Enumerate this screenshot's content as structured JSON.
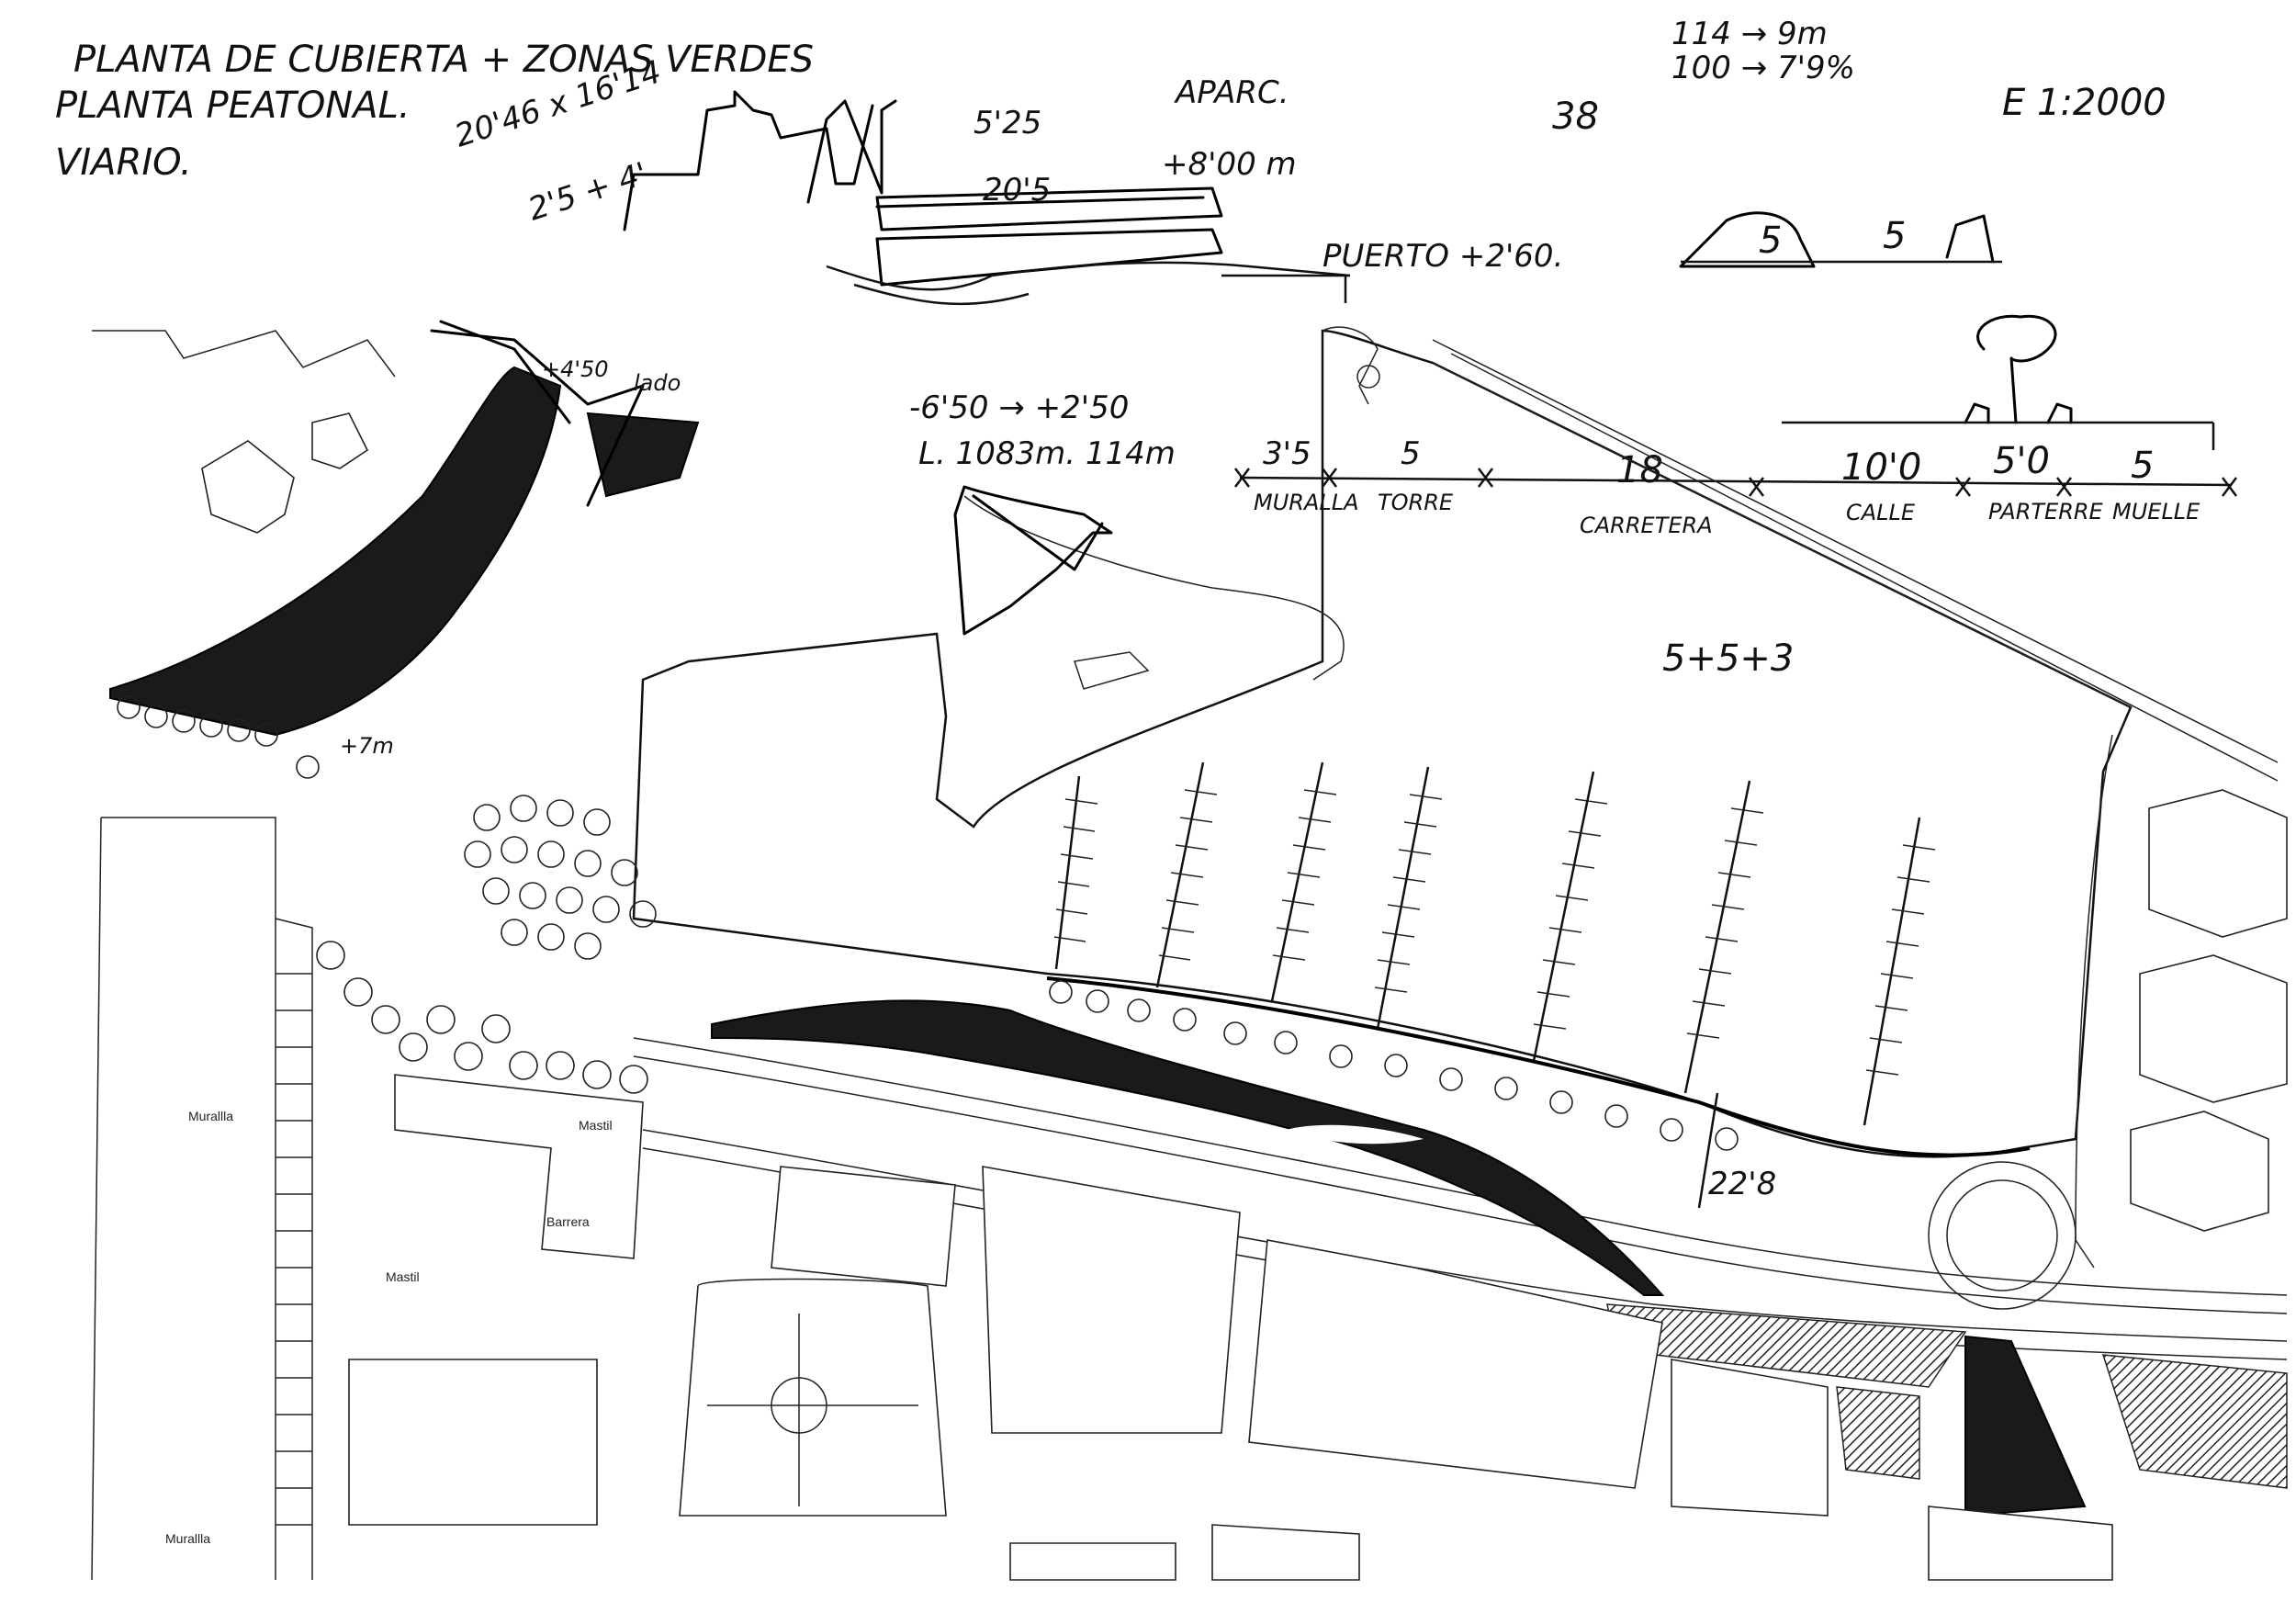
{
  "notes": {
    "title_lines": [
      "PLANTA DE CUBIERTA + ZONAS VERDES",
      "PLANTA PEATONAL.",
      "VIARIO."
    ],
    "dimension_note": "20'46 x 16'14",
    "scale": "E 1:2000",
    "ratio_line_1": "114 → 9m",
    "ratio_line_2": "100 → 7'9%",
    "number_38": "38",
    "aparc": "APARC.",
    "section_dim_525": "5'25",
    "section_dim_205": "20'5",
    "section_level_800": "+8'00 m",
    "puerto_level": "PUERTO +2'60.",
    "level_245": "2'5 + 4'",
    "dim_5_left": "5",
    "dim_5_right": "5",
    "pin_note_1": "-6'50 → +2'50",
    "pin_note_2": "L. 1083m. 114m",
    "lane_mix": "5+5+3",
    "dim_228": "22'8",
    "left_level": "+4'50",
    "left_note": "+7m",
    "lado_note": "lado",
    "road_labels": [
      "Murallla",
      "Mastil",
      "Barrera",
      "Mastil",
      "Murallla"
    ]
  },
  "cross_section": {
    "segments": [
      {
        "dim": "3'5",
        "label": "MURALLA"
      },
      {
        "dim": "5",
        "label": "TORRE"
      },
      {
        "dim": "18",
        "label": "CARRETERA"
      },
      {
        "dim": "10'0",
        "label": "CALLE"
      },
      {
        "dim": "5'0",
        "label": "PARTERRE"
      },
      {
        "dim": "5",
        "label": "MUELLE"
      }
    ]
  },
  "colors": {
    "ink": "#111111",
    "paper": "#ffffff",
    "fill_dark": "#1a1a1a"
  }
}
